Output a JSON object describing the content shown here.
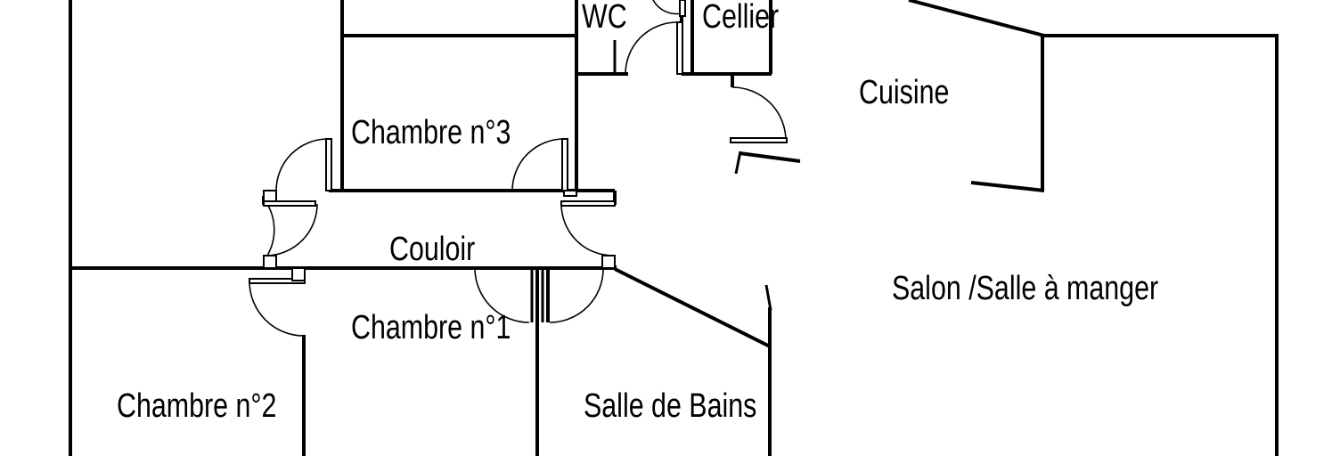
{
  "plan": {
    "rooms": {
      "wc": "WC",
      "cellier": "Cellier",
      "cuisine": "Cuisine",
      "chambre3": "Chambre n°3",
      "couloir": "Couloir",
      "salon": "Salon /Salle à manger",
      "chambre1": "Chambre n°1",
      "chambre2": "Chambre n°2",
      "salle_de_bains": "Salle de Bains"
    },
    "colors": {
      "line": "#000000",
      "background": "#ffffff"
    }
  }
}
